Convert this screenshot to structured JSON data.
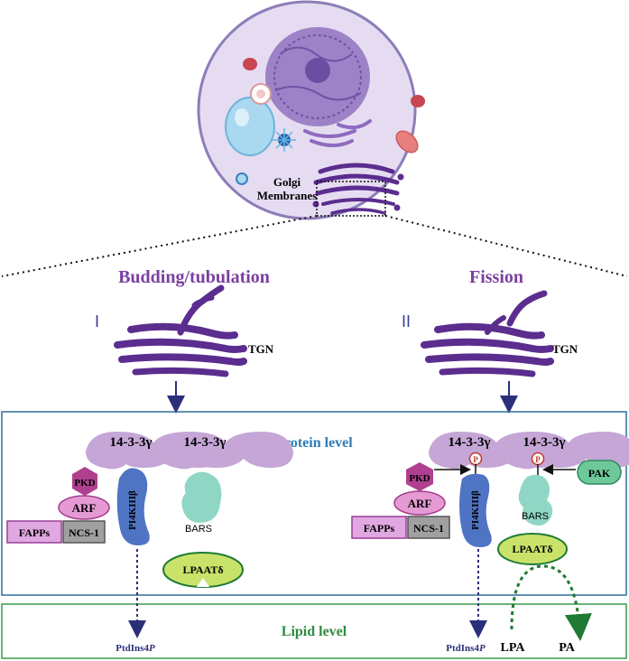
{
  "cell": {
    "golgi_label_line1": "Golgi",
    "golgi_label_line2": "Membranes"
  },
  "headers": {
    "left": "Budding/tubulation",
    "right": "Fission"
  },
  "stages": {
    "left_numeral": "I",
    "right_numeral": "II",
    "tgn_label": "TGN"
  },
  "panels": {
    "protein_level": "Protein level",
    "lipid_level": "Lipid level"
  },
  "proteins": {
    "fourteen_three_three": "14-3-3γ",
    "pkd": "PKD",
    "arf": "ARF",
    "fapps": "FAPPs",
    "ncs1": "NCS-1",
    "pi4k": "PI4KIIIβ",
    "bars": "BARS",
    "lpaat": "LPAATδ",
    "pak": "PAK",
    "phospho": "P"
  },
  "lipids": {
    "ptdins": "PtdIns4",
    "ptdins_suffix": "P",
    "lpa": "LPA",
    "pa": "PA"
  },
  "colors": {
    "purple_text": "#7b3fa0",
    "golgi_purple": "#5b2d8e",
    "blue_text": "#2e7bb6",
    "green_text": "#2e8b3e",
    "panel_border_blue": "#2f6f9a",
    "panel_border_green": "#3a9a4a",
    "pkd_magenta": "#b0408f",
    "arf_pink": "#e59ad4",
    "fapps_pink": "#e0a8e0",
    "ncs_gray": "#a0a0a0",
    "pi4k_blue": "#4f74c4",
    "bars_teal": "#8fd7c4",
    "lpaat_green": "#c9e36a",
    "pak_green": "#6ec99a",
    "dimer_lilac": "#c5a6d6"
  }
}
